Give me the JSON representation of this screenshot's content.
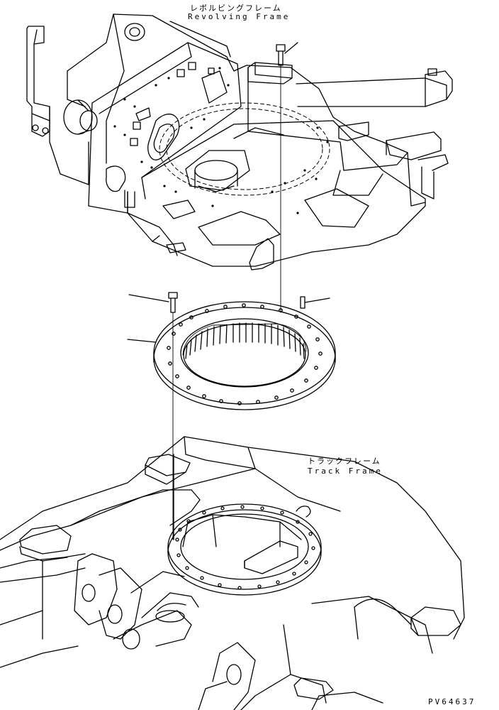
{
  "labels": {
    "revolving_frame_jp": "レボルビングフレーム",
    "revolving_frame_en": "Revolving Frame",
    "track_frame_jp": "トラックフレーム",
    "track_frame_en": "Track Frame"
  },
  "drawing_code": "PV64637",
  "colors": {
    "line": "#000000",
    "background": "#ffffff"
  }
}
